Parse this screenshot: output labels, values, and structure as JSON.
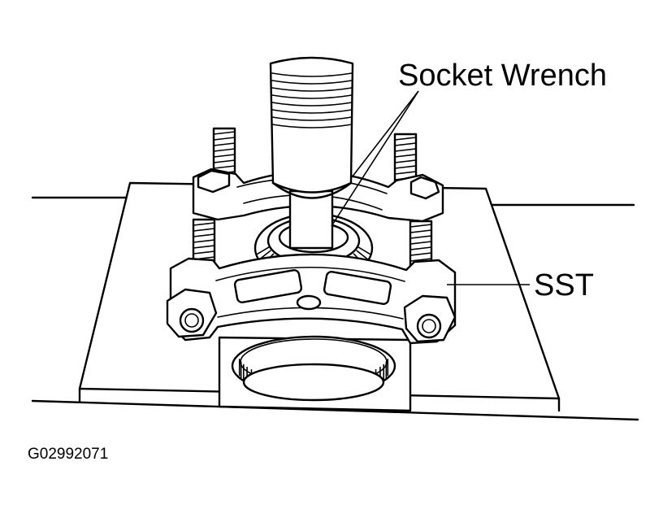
{
  "labels": {
    "socket_wrench": "Socket Wrench",
    "sst": "SST",
    "figure_id": "G02992071"
  },
  "colors": {
    "ink": "#000000",
    "paper": "#ffffff"
  }
}
